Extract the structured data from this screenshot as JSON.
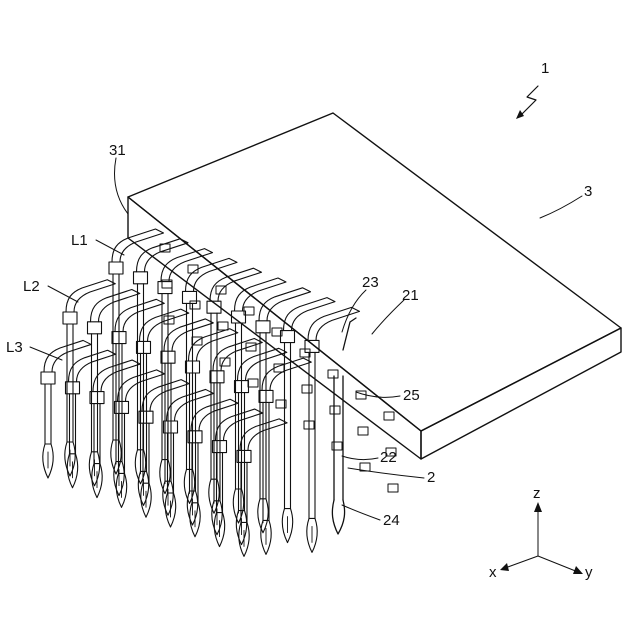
{
  "labels": {
    "assembly": "1",
    "housing": "3",
    "housing_face": "31",
    "row1": "L1",
    "row2": "L2",
    "row3": "L3",
    "portion_23": "23",
    "portion_21": "21",
    "portion_25": "25",
    "portion_22": "22",
    "terminal": "2",
    "portion_24": "24"
  },
  "axes": {
    "z": "z",
    "x": "x",
    "y": "y"
  }
}
